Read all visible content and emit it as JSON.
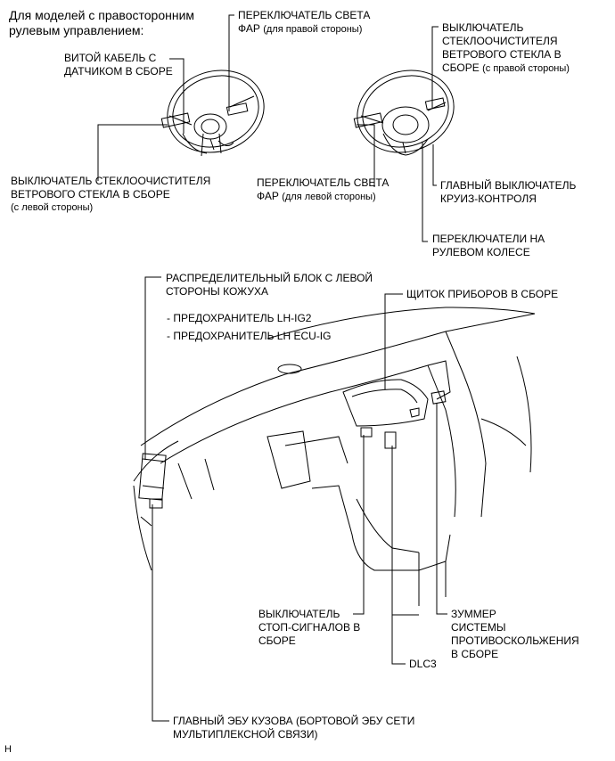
{
  "header": {
    "line1": "Для моделей с правосторонним",
    "line2": "рулевым управлением:"
  },
  "labels": {
    "headlight_right": [
      "ПЕРЕКЛЮЧАТЕЛЬ СВЕТА",
      "ФАР",
      "(для правой стороны)"
    ],
    "spiral_cable": [
      "ВИТОЙ КАБЕЛЬ С",
      "ДАТЧИКОМ В СБОРЕ"
    ],
    "wiper_right": [
      "ВЫКЛЮЧАТЕЛЬ",
      "СТЕКЛООЧИСТИТЕЛЯ",
      "ВЕТРОВОГО СТЕКЛА В",
      "СБОРЕ",
      "(с правой стороны)"
    ],
    "wiper_left": [
      "ВЫКЛЮЧАТЕЛЬ СТЕКЛООЧИСТИТЕЛЯ",
      "ВЕТРОВОГО СТЕКЛА В СБОРЕ",
      "(с левой стороны)"
    ],
    "headlight_left": [
      "ПЕРЕКЛЮЧАТЕЛЬ СВЕТА",
      "ФАР",
      "(для левой стороны)"
    ],
    "cruise_main": [
      "ГЛАВНЫЙ ВЫКЛЮЧАТЕЛЬ",
      "КРУИЗ-КОНТРОЛЯ"
    ],
    "steering_pad": [
      "ПЕРЕКЛЮЧАТЕЛИ НА",
      "РУЛЕВОМ КОЛЕСЕ"
    ],
    "junction_block": [
      "РАСПРЕДЕЛИТЕЛЬНЫЙ БЛОК С ЛЕВОЙ",
      "СТОРОНЫ КОЖУХА"
    ],
    "fuses": [
      "- ПРЕДОХРАНИТЕЛЬ LH-IG2",
      "- ПРЕДОХРАНИТЕЛЬ LH ECU-IG"
    ],
    "combination_meter": [
      "ЩИТОК ПРИБОРОВ В СБОРЕ"
    ],
    "stop_lamp": [
      "ВЫКЛЮЧАТЕЛЬ",
      "СТОП-СИГНАЛОВ В",
      "СБОРЕ"
    ],
    "buzzer": [
      "ЗУММЕР",
      "СИСТЕМЫ",
      "ПРОТИВОСКОЛЬЖЕНИЯ",
      "В СБОРЕ"
    ],
    "dlc3": [
      "DLC3"
    ],
    "body_ecu": [
      "ГЛАВНЫЙ ЭБУ КУЗОВА (БОРТОВОЙ ЭБУ СЕТИ",
      "МУЛЬТИПЛЕКСНОЙ СВЯЗИ)"
    ]
  },
  "figure_code": "H"
}
